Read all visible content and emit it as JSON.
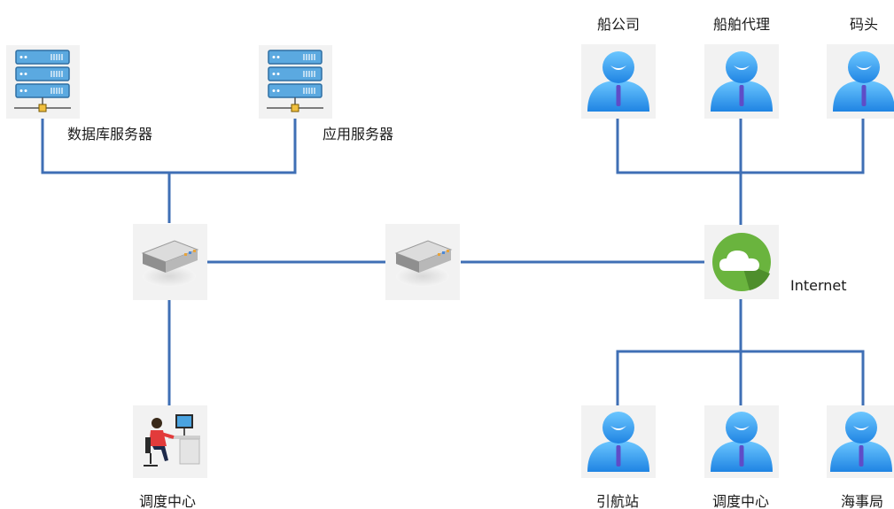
{
  "servers": {
    "database": "数据库服务器",
    "application": "应用服务器"
  },
  "dispatch_center": "调度中心",
  "internet": "Internet",
  "top_users": [
    "船公司",
    "船舶代理",
    "码头"
  ],
  "bottom_users": [
    "引航站",
    "调度中心",
    "海事局"
  ],
  "colors": {
    "link": "#3f6fb5",
    "cloud": "#6ab43e",
    "user": "#3a9ef0"
  }
}
